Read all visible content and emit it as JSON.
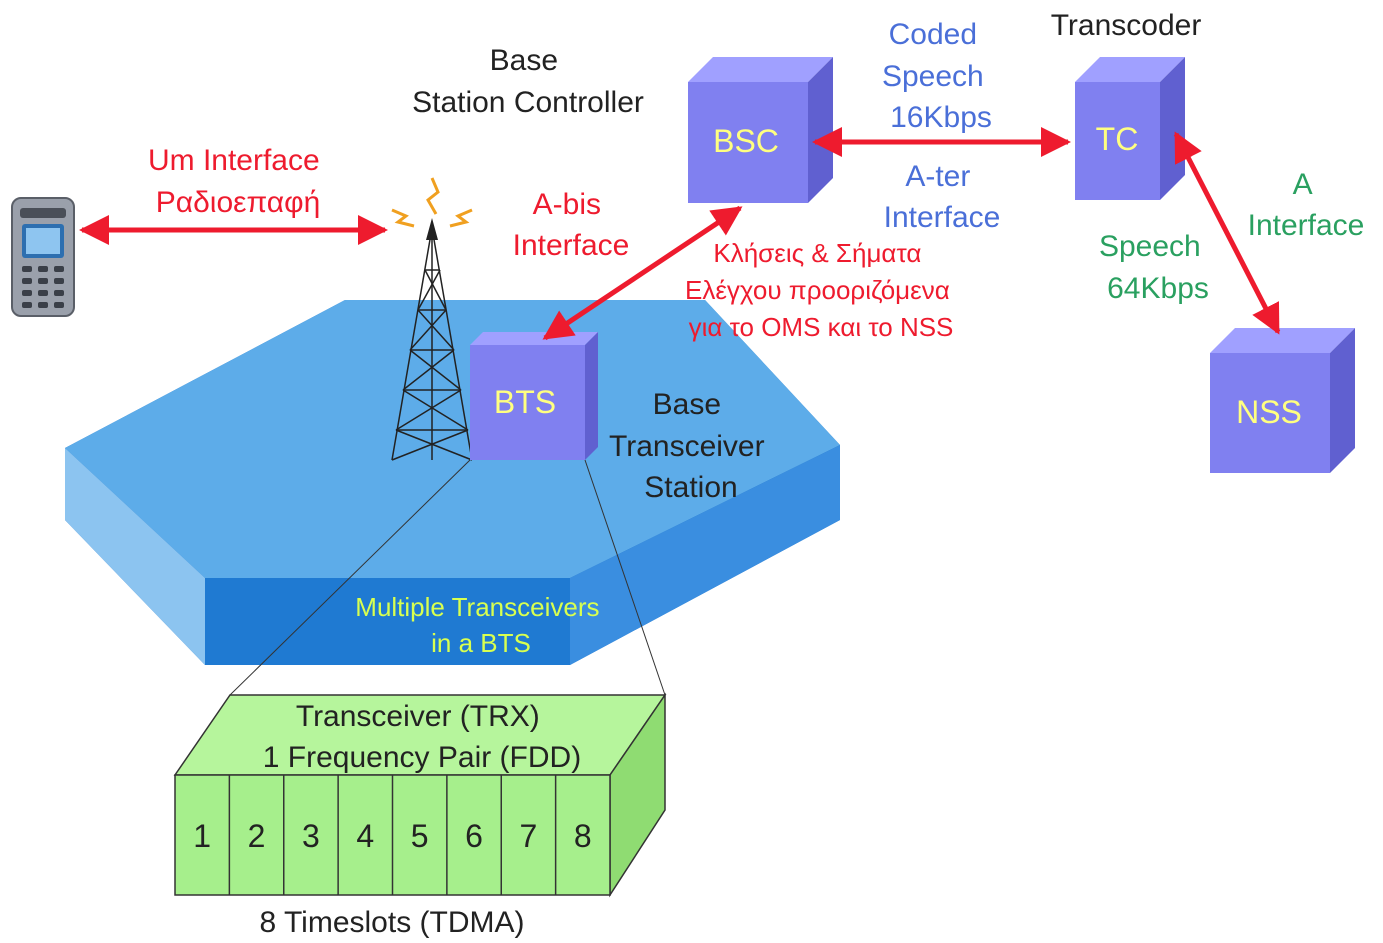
{
  "labels": {
    "bsc_title": [
      "Base",
      "Station Controller"
    ],
    "transcoder_title": "Transcoder",
    "coded_speech": [
      "Coded",
      "Speech",
      "16Kbps"
    ],
    "ater": [
      "A-ter",
      "Interface"
    ],
    "a_interface": [
      "A",
      "Interface"
    ],
    "speech64": [
      "Speech",
      "64Kbps"
    ],
    "um_interface": [
      "Um Interface",
      "Ραδιοεπαφή"
    ],
    "abis": [
      "A-bis",
      "Interface"
    ],
    "greek_signals": [
      "Κλήσεις & Σήματα",
      "Ελέγχου προοριζόμενα",
      "για το OMS και το NSS"
    ],
    "bts_title": [
      "Base",
      "Transceiver",
      "Station"
    ],
    "multiple_trx": [
      "Multiple Transceivers",
      "in a BTS"
    ],
    "trx_title": [
      "Transceiver (TRX)",
      "1 Frequency Pair (FDD)"
    ],
    "timeslots_caption": "8 Timeslots (TDMA)"
  },
  "boxes": {
    "bsc": "BSC",
    "tc": "TC",
    "nss": "NSS",
    "bts": "BTS"
  },
  "timeslots": [
    "1",
    "2",
    "3",
    "4",
    "5",
    "6",
    "7",
    "8"
  ],
  "colors": {
    "box_front": "#8080f0",
    "box_side": "#6060d0",
    "box_top": "#a0a0ff",
    "box_label": "#ffff80",
    "red": "#ee1b2e",
    "blue_label": "#4a6fd8",
    "green_label": "#2aa060",
    "hex_top": "#5aaaee",
    "hex_front": "#1f78d0",
    "trx_green": "#a6ef8c",
    "yellow_green": "#d8ff50"
  },
  "icons": [
    "mobile-phone-icon",
    "antenna-tower-icon",
    "radio-wave-icon"
  ]
}
